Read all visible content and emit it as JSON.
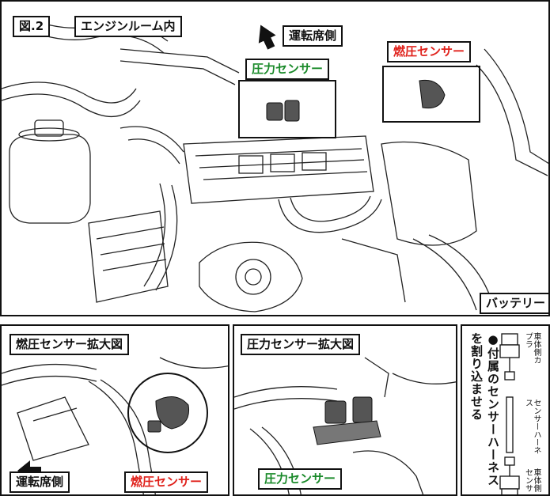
{
  "main": {
    "fig_no": "図.2",
    "title": "エンジンルーム内",
    "driver_side": "運転席側",
    "pressure_sensor": "圧力センサー",
    "fuel_pressure_sensor": "燃圧センサー",
    "battery": "バッテリー"
  },
  "fuel_zoom": {
    "title": "燃圧センサー拡大図",
    "driver_side": "運転席側",
    "sensor": "燃圧センサー"
  },
  "pressure_zoom": {
    "title": "圧力センサー拡大図",
    "sensor": "圧力センサー"
  },
  "harness": {
    "instruction": "●付属のセンサーハーネスを割り込ませる",
    "body_coupler": "車体側カプラ",
    "sensor_harness": "センサーハーネス",
    "body_side_sensor": "車体側センサ"
  },
  "colors": {
    "green": "#1a8a2a",
    "red": "#e0221c"
  }
}
